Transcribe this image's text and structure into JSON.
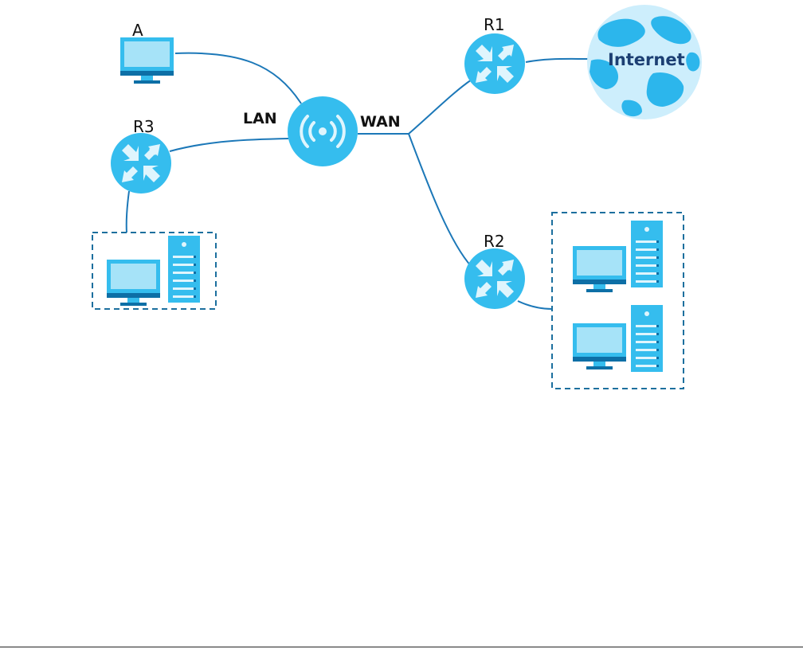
{
  "labels": {
    "computer_a": "A",
    "router_r1": "R1",
    "router_r2": "R2",
    "router_r3": "R3",
    "lan": "LAN",
    "wan": "WAN",
    "internet": "Internet"
  },
  "colors": {
    "device_blue": "#35bdee",
    "device_light": "#8ddcf6",
    "device_dark": "#0d6fa6",
    "screen_light": "#a6e3f8",
    "globe_land": "#2cb6ec",
    "globe_sea": "#cdeefc",
    "link_line": "#1c78b8",
    "group_border": "#1c6f9e",
    "internet_text": "#1c3f73"
  },
  "icons": {
    "access_point": "wireless-access-point-icon",
    "router": "router-icon",
    "computer": "desktop-computer-icon",
    "server": "server-tower-icon",
    "internet": "internet-globe-icon"
  }
}
